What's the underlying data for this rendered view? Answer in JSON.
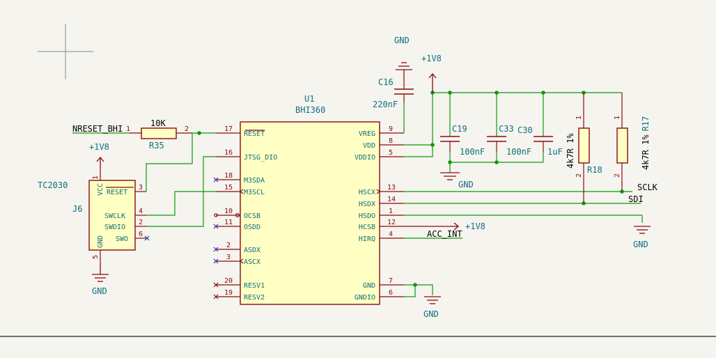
{
  "ic": {
    "ref": "U1",
    "value": "BHI360",
    "left_pins": [
      {
        "num": "17",
        "name": "RESET"
      },
      {
        "num": "16",
        "name": "JTSG_DIO"
      },
      {
        "num": "18",
        "name": "M3SDA"
      },
      {
        "num": "15",
        "name": "M3SCL"
      },
      {
        "num": "10",
        "name": "OCSB"
      },
      {
        "num": "11",
        "name": "OSDD"
      },
      {
        "num": "2",
        "name": "ASDX"
      },
      {
        "num": "3",
        "name": "ASCX"
      },
      {
        "num": "20",
        "name": "RESV1"
      },
      {
        "num": "19",
        "name": "RESV2"
      }
    ],
    "right_pins": [
      {
        "num": "9",
        "name": "VREG"
      },
      {
        "num": "8",
        "name": "VDD"
      },
      {
        "num": "5",
        "name": "VDDIO"
      },
      {
        "num": "13",
        "name": "HSCX"
      },
      {
        "num": "14",
        "name": "HSDX"
      },
      {
        "num": "1",
        "name": "HSDO"
      },
      {
        "num": "12",
        "name": "HCSB"
      },
      {
        "num": "4",
        "name": "HIRQ"
      },
      {
        "num": "7",
        "name": "GND"
      },
      {
        "num": "6",
        "name": "GNDIO"
      }
    ]
  },
  "connector": {
    "ref": "J6",
    "value": "TC2030",
    "pins": [
      {
        "num": "1",
        "name": "VCC"
      },
      {
        "num": "3",
        "name": "RESET"
      },
      {
        "num": "4",
        "name": "SWCLK"
      },
      {
        "num": "2",
        "name": "SWDIO"
      },
      {
        "num": "6",
        "name": "SWO"
      },
      {
        "num": "5",
        "name": "GND"
      }
    ]
  },
  "r35": {
    "ref": "R35",
    "value": "10K",
    "pin1": "1",
    "pin2": "2"
  },
  "r18": {
    "ref": "R18",
    "value": "4k7R 1%",
    "pin1": "1",
    "pin2": "2"
  },
  "r17": {
    "ref": "R17",
    "value": "4k7R 1%",
    "pin1": "1",
    "pin2": "2"
  },
  "c16": {
    "ref": "C16",
    "value": "220nF"
  },
  "c19": {
    "ref": "C19",
    "value": "100nF"
  },
  "c33": {
    "ref": "C33",
    "value": "100nF"
  },
  "c30": {
    "ref": "C30",
    "value": "1uF"
  },
  "nets": {
    "nreset": "NRESET_BHI",
    "sclk": "SCLK",
    "sdi": "SDI",
    "acc_int": "ACC_INT"
  },
  "power": {
    "gnd": "GND",
    "v1v8": "+1V8"
  },
  "colors": {
    "background": "#f5f4ef",
    "wire": "#0a9b0a",
    "symbol_outline": "#8b0a0a",
    "symbol_fill": "#ffffc4",
    "label_text": "#0e6f7c",
    "no_connect": "#2a2ab0"
  }
}
